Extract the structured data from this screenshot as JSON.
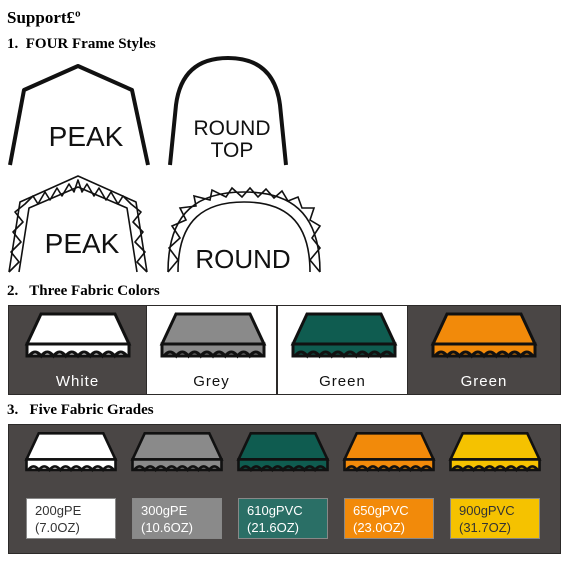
{
  "title": "Support£º",
  "sections": {
    "frames": "1.  FOUR Frame Styles",
    "colors": "2.   Three Fabric Colors",
    "grades": "3.   Five Fabric Grades"
  },
  "frames": [
    {
      "icon": "peak-frame-icon",
      "label_lines": [
        "PEAK"
      ]
    },
    {
      "icon": "round-top-frame-icon",
      "label_lines": [
        "ROUND",
        "TOP"
      ]
    },
    {
      "icon": "peak-truss-frame-icon",
      "label_lines": [
        "PEAK"
      ]
    },
    {
      "icon": "round-truss-frame-icon",
      "label_lines": [
        "ROUND"
      ]
    }
  ],
  "colors": [
    {
      "label": "White",
      "fabric": "#ffffff",
      "cell_bg": "#4a4645",
      "text": "#ffffff"
    },
    {
      "label": "Grey",
      "fabric": "#8a8a8a",
      "cell_bg": "#ffffff",
      "text": "#111111"
    },
    {
      "label": "Green",
      "fabric": "#0f5c50",
      "cell_bg": "#ffffff",
      "text": "#111111"
    },
    {
      "label": "Green",
      "fabric": "#f28a0a",
      "cell_bg": "#4a4645",
      "text": "#ffffff"
    }
  ],
  "grades": [
    {
      "line1": "200gPE",
      "line2": "(7.0OZ)",
      "fabric": "#ffffff",
      "box_bg": "#ffffff",
      "text": "#333333"
    },
    {
      "line1": "300gPE",
      "line2": "(10.6OZ)",
      "fabric": "#8a8a8a",
      "box_bg": "#8a8a8a",
      "text": "#ffffff"
    },
    {
      "line1": "610gPVC",
      "line2": "(21.6OZ)",
      "fabric": "#0f5c50",
      "box_bg": "#2a6f66",
      "text": "#ffffff"
    },
    {
      "line1": "650gPVC",
      "line2": "(23.0OZ)",
      "fabric": "#f28a0a",
      "box_bg": "#f28a0a",
      "text": "#ffffff"
    },
    {
      "line1": "900gPVC",
      "line2": "(31.7OZ)",
      "fabric": "#f5c200",
      "box_bg": "#f5c200",
      "text": "#333333"
    }
  ]
}
